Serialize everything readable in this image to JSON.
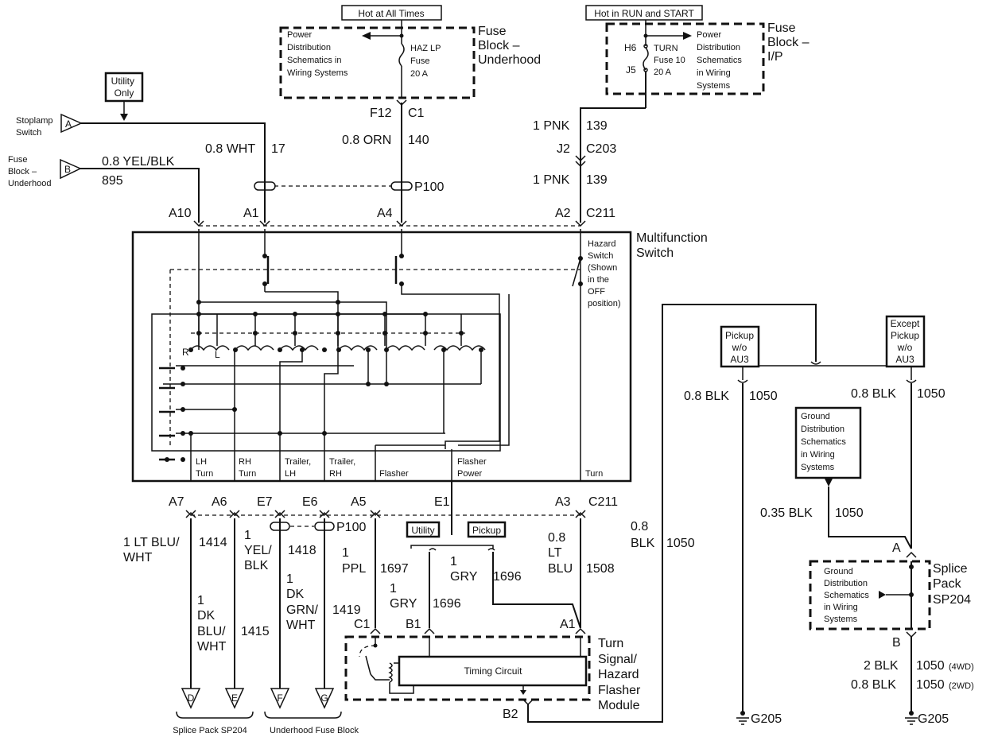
{
  "top": {
    "hot_all_times": "Hot at All Times",
    "hot_run_start": "Hot in RUN and START",
    "fb_uh_title": [
      "Fuse",
      "Block –",
      "Underhood"
    ],
    "fb_ip_title": [
      "Fuse",
      "Block –",
      "I/P"
    ],
    "pd_left": [
      "Power",
      "Distribution",
      "Schematics in",
      "Wiring Systems"
    ],
    "haz_fuse": [
      "HAZ LP",
      "Fuse",
      "20 A"
    ],
    "pd_right": [
      "Power",
      "Distribution",
      "Schematics",
      "in Wiring",
      "Systems"
    ],
    "turn_fuse": [
      "TURN",
      "Fuse 10",
      "20 A"
    ],
    "h6": "H6",
    "j5": "J5"
  },
  "inputs": {
    "utility_only": [
      "Utility",
      "Only"
    ],
    "stoplamp": [
      "Stoplamp",
      "Switch"
    ],
    "fuse_block_uh": [
      "Fuse",
      "Block –",
      "Underhood"
    ],
    "flag_a": "A",
    "flag_b": "B"
  },
  "wires": {
    "f12": "F12",
    "c1_top": "C1",
    "orn": "0.8 ORN",
    "orn_num": "140",
    "wht": "0.8 WHT",
    "wht_num": "17",
    "yelblk": "0.8 YEL/BLK",
    "yelblk_num": "895",
    "pnk1": "1 PNK",
    "pnk1_num": "139",
    "j2": "J2",
    "c203": "C203",
    "pnk2": "1 PNK",
    "pnk2_num": "139",
    "p100_top": "P100",
    "a10": "A10",
    "a1": "A1",
    "a4": "A4",
    "a2": "A2",
    "c211_top": "C211"
  },
  "mfs": {
    "title": [
      "Multifunction",
      "Switch"
    ],
    "hazard": [
      "Hazard",
      "Switch",
      "(Shown",
      "in the",
      "OFF",
      "position)"
    ],
    "r": "R",
    "l": "L",
    "lh_turn": [
      "LH",
      "Turn"
    ],
    "rh_turn": [
      "RH",
      "Turn"
    ],
    "trailer_lh": [
      "Trailer,",
      "LH"
    ],
    "trailer_rh": [
      "Trailer,",
      "RH"
    ],
    "flasher": "Flasher",
    "flasher_power": [
      "Flasher",
      "Power"
    ],
    "turn": "Turn"
  },
  "bottom": {
    "a7": "A7",
    "a6": "A6",
    "e7": "E7",
    "e6": "E6",
    "a5": "A5",
    "e1": "E1",
    "a3": "A3",
    "c211_bot": "C211",
    "p100_bot": "P100",
    "ltbluwht": [
      "1 LT BLU/",
      "WHT"
    ],
    "ltbluwht_num": "1414",
    "yelblk": [
      "1",
      "YEL/",
      "BLK"
    ],
    "yelblk_num": "1418",
    "dkbluwht": [
      "1",
      "DK",
      "BLU/",
      "WHT"
    ],
    "dkbluwht_num": "1415",
    "dkgrnwht": [
      "1",
      "DK",
      "GRN/",
      "WHT"
    ],
    "dkgrnwht_num": "1419",
    "ppl": [
      "1",
      "PPL"
    ],
    "ppl_num": "1697",
    "gry1": [
      "1",
      "GRY"
    ],
    "gry1_num": "1696",
    "gry2": [
      "1",
      "GRY"
    ],
    "gry2_num": "1696",
    "ltblu": [
      "0.8",
      "LT",
      "BLU"
    ],
    "ltblu_num": "1508",
    "utility": "Utility",
    "pickup": "Pickup",
    "c1": "C1",
    "b1": "B1",
    "a1": "A1",
    "b2": "B2",
    "timing": "Timing Circuit",
    "module": [
      "Turn",
      "Signal/",
      "Hazard",
      "Flasher",
      "Module"
    ],
    "flag_d": "D",
    "flag_e": "E",
    "flag_f": "F",
    "flag_g": "G",
    "splice_sp204": "Splice Pack SP204",
    "uh_fuse_block": "Underhood Fuse Block"
  },
  "ground": {
    "blk_main": [
      "0.8",
      "BLK"
    ],
    "blk_main_num": "1050",
    "pickup_wo": [
      "Pickup",
      "w/o",
      "AU3"
    ],
    "except_pickup": [
      "Except",
      "Pickup",
      "w/o",
      "AU3"
    ],
    "blk_left": "0.8 BLK",
    "blk_left_num": "1050",
    "blk_right": "0.8 BLK",
    "blk_right_num": "1050",
    "gd_top": [
      "Ground",
      "Distribution",
      "Schematics",
      "in Wiring",
      "Systems"
    ],
    "blk035": "0.35 BLK",
    "blk035_num": "1050",
    "a": "A",
    "b": "B",
    "splice": [
      "Splice",
      "Pack",
      "SP204"
    ],
    "gd_inner": [
      "Ground",
      "Distribution",
      "Schematics",
      "in Wiring",
      "Systems"
    ],
    "blk2": "2 BLK",
    "blk2_num": "1050",
    "blk2_note": "(4WD)",
    "blk08": "0.8 BLK",
    "blk08_num": "1050",
    "blk08_note": "(2WD)",
    "g205_left": "G205",
    "g205_right": "G205"
  }
}
